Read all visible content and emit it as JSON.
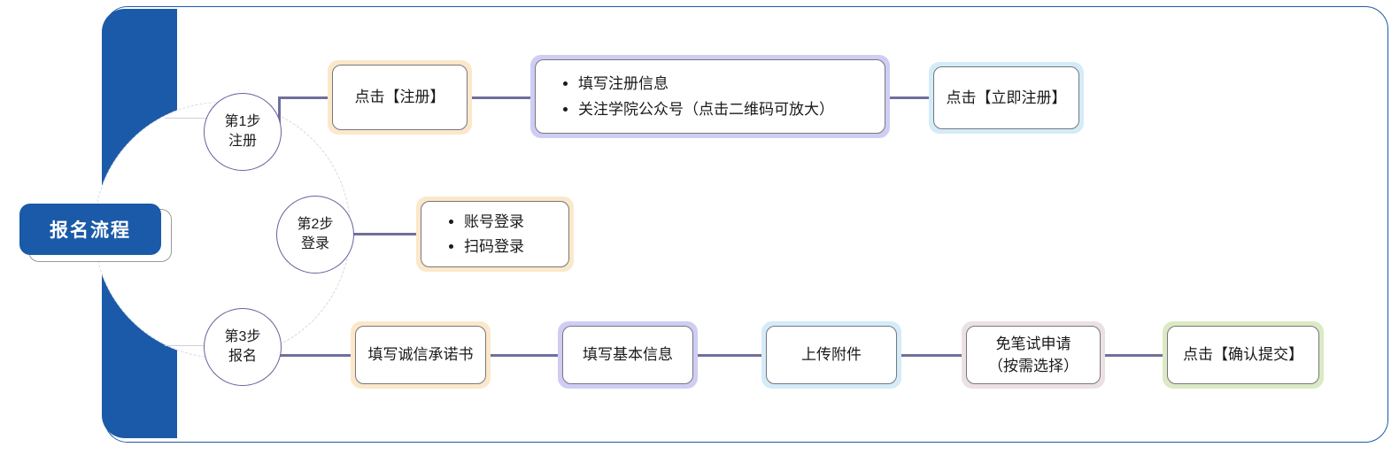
{
  "diagram": {
    "root_label": "报名流程",
    "steps": [
      {
        "id": "step1",
        "line1": "第1步",
        "line2": "注册"
      },
      {
        "id": "step2",
        "line1": "第2步",
        "line2": "登录"
      },
      {
        "id": "step3",
        "line1": "第3步",
        "line2": "报名"
      }
    ],
    "row1": [
      {
        "text": "点击【注册】",
        "color": "#fbe8cb"
      },
      {
        "bullets": [
          "填写注册信息",
          "关注学院公众号（点击二维码可放大）"
        ],
        "color": "#cfcdf4"
      },
      {
        "text": "点击【立即注册】",
        "color": "#d4ebf8"
      }
    ],
    "row2": [
      {
        "bullets": [
          "账号登录",
          "扫码登录"
        ],
        "color": "#fbe8cb"
      }
    ],
    "row3": [
      {
        "text": "填写诚信承诺书",
        "color": "#fbe8cb"
      },
      {
        "text": "填写基本信息",
        "color": "#cfcdf4"
      },
      {
        "text": "上传附件",
        "color": "#d4ebf8"
      },
      {
        "line1": "免笔试申请",
        "line2": "（按需选择）",
        "color": "#ece1e2"
      },
      {
        "text": "点击【确认提交】",
        "color": "#dbeac4"
      }
    ]
  },
  "colors": {
    "frame_blue": "#1c5aa8",
    "panel_blue": "#1a5aa8",
    "connector": "#6f6f9d",
    "step_border": "#6a5f9e"
  }
}
